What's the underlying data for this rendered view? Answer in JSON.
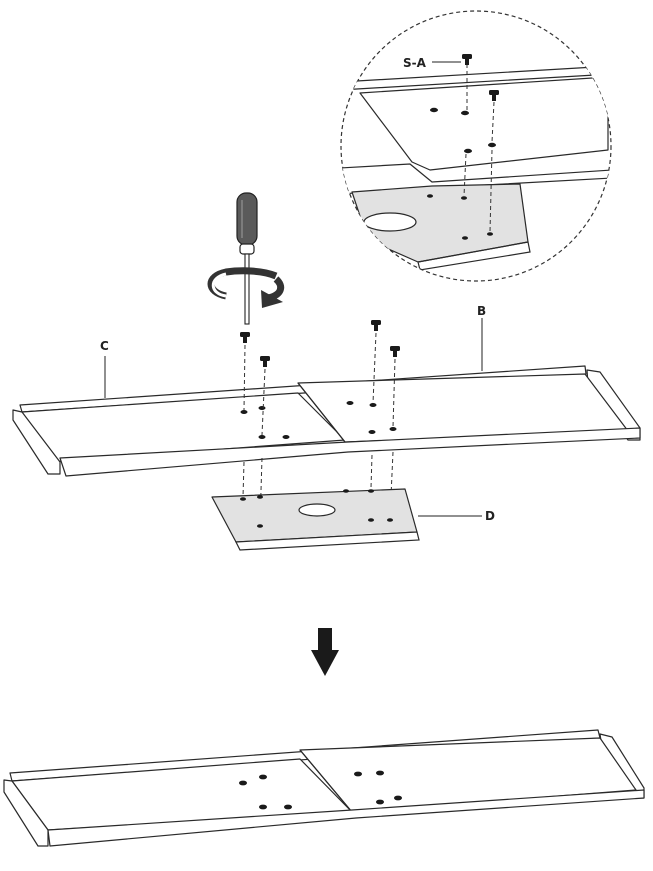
{
  "labels": {
    "screw": "S-A",
    "part_b": "B",
    "part_c": "C",
    "part_d": "D"
  },
  "icons": {
    "tool": "screwdriver-icon",
    "rotation": "rotate-clockwise-icon",
    "step_arrow": "arrow-down-icon"
  },
  "colors": {
    "line": "#2a2a2a",
    "plate_fill": "#e2e2e2",
    "screwdriver_handle": "#5a5a5a"
  }
}
